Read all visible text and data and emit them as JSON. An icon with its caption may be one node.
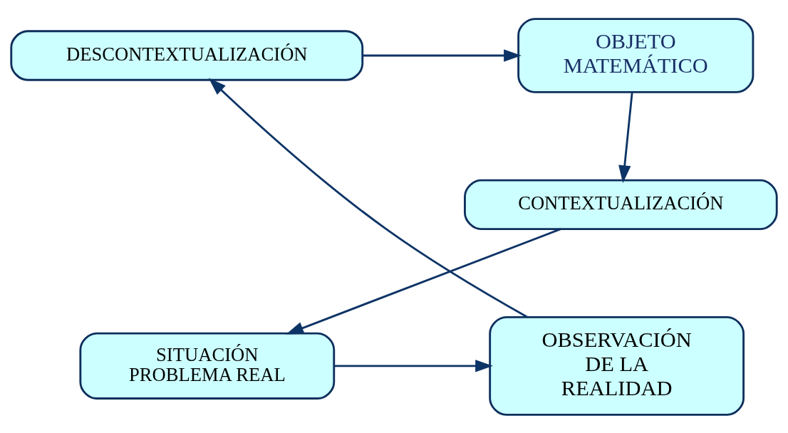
{
  "diagram": {
    "nodes": [
      {
        "text": [
          "DESCONTEXTUALIZACIÓN"
        ]
      },
      {
        "text": [
          "OBJETO MATEMÁTICO"
        ]
      },
      {
        "text": [
          "CONTEXTUALIZACIÓN"
        ]
      },
      {
        "text": [
          "OBSERVACIÓN DE LA REALIDAD"
        ]
      },
      {
        "text": [
          "SITUACIÓN PROBLEMA REAL"
        ]
      }
    ],
    "edges": [
      {
        "from": 0,
        "to": 1,
        "arrow": "to"
      },
      {
        "from": 1,
        "to": 2,
        "arrow": "to"
      },
      {
        "from": 2,
        "to": 4,
        "arrow": "to"
      },
      {
        "from": 4,
        "to": 3,
        "arrow": "to"
      },
      {
        "from": 3,
        "to": 0,
        "arrow": "to"
      }
    ]
  }
}
